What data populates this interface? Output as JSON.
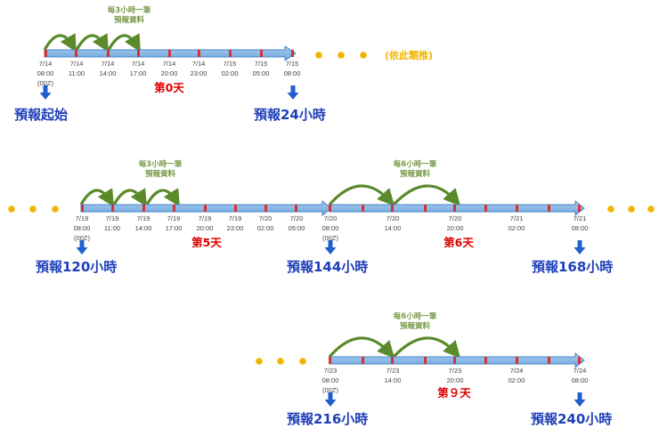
{
  "colors": {
    "bar_fill": "#7fb4e6",
    "bar_stroke": "#4a86c8",
    "tick_mark": "#d93030",
    "curve_arrow": "#5a8a2a",
    "down_arrow": "#1f5ecf",
    "dot": "#f2b400",
    "label_blue": "#1f3fb8",
    "day_red": "#e00000",
    "note_green": "#7a9a4a"
  },
  "rows": [
    {
      "ticks": [
        {
          "date": "7/14",
          "time": "08:00",
          "z": "(00Z)"
        },
        {
          "date": "7/14",
          "time": "11:00"
        },
        {
          "date": "7/14",
          "time": "14:00"
        },
        {
          "date": "7/14",
          "time": "17:00"
        },
        {
          "date": "7/14",
          "time": "20:00"
        },
        {
          "date": "7/14",
          "time": "23:00"
        },
        {
          "date": "7/15",
          "time": "02:00"
        },
        {
          "date": "7/15",
          "time": "05:00"
        },
        {
          "date": "7/15",
          "time": "08:00"
        }
      ],
      "notes": [
        {
          "line1": "每3小時一筆",
          "line2": "預報資料"
        }
      ],
      "days": [
        "第0天"
      ],
      "forecasts": [
        "預報起始",
        "預報24小時"
      ],
      "analogy": "(依此類推)"
    },
    {
      "ticks": [
        {
          "date": "7/19",
          "time": "08:00",
          "z": "(00Z)"
        },
        {
          "date": "7/19",
          "time": "11:00"
        },
        {
          "date": "7/19",
          "time": "14:00"
        },
        {
          "date": "7/19",
          "time": "17:00"
        },
        {
          "date": "7/19",
          "time": "20:00"
        },
        {
          "date": "7/19",
          "time": "23:00"
        },
        {
          "date": "7/20",
          "time": "02:00"
        },
        {
          "date": "7/20",
          "time": "05:00"
        },
        {
          "date": "7/20",
          "time": "08:00",
          "z": "(00Z)"
        },
        {
          "date": "7/20",
          "time": "14:00"
        },
        {
          "date": "7/20",
          "time": "20:00"
        },
        {
          "date": "7/21",
          "time": "02:00"
        },
        {
          "date": "7/21",
          "time": "08:00"
        }
      ],
      "notes": [
        {
          "line1": "每3小時一筆",
          "line2": "預報資料"
        },
        {
          "line1": "每6小時一筆",
          "line2": "預報資料"
        }
      ],
      "days": [
        "第5天",
        "第6天"
      ],
      "forecasts": [
        "預報120小時",
        "預報144小時",
        "預報168小時"
      ]
    },
    {
      "ticks": [
        {
          "date": "7/23",
          "time": "08:00",
          "z": "(00Z)"
        },
        {
          "date": "7/23",
          "time": "14:00"
        },
        {
          "date": "7/23",
          "time": "20:00"
        },
        {
          "date": "7/24",
          "time": "02:00"
        },
        {
          "date": "7/24",
          "time": "08:00"
        }
      ],
      "notes": [
        {
          "line1": "每6小時一筆",
          "line2": "預報資料"
        }
      ],
      "days": [
        "第９天"
      ],
      "forecasts": [
        "預報216小時",
        "預報240小時"
      ]
    }
  ]
}
